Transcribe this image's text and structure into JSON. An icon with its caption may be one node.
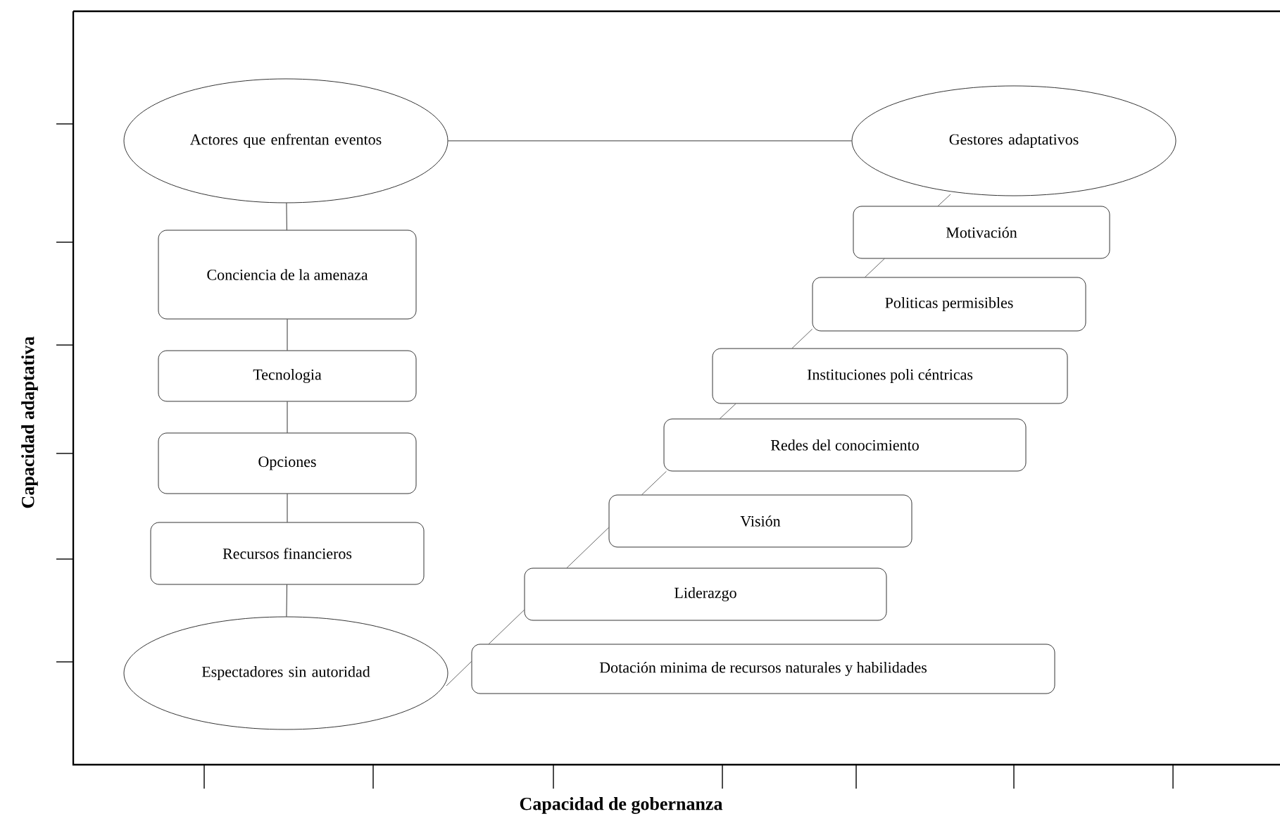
{
  "diagram": {
    "nodes": [
      {
        "text": [
          "Actores que enfrentan eventos"
        ]
      },
      {
        "text": [
          "Gestores adaptativos"
        ]
      },
      {
        "text": [
          "Conciencia de la amenaza"
        ]
      },
      {
        "text": [
          "Tecnologia"
        ]
      },
      {
        "text": [
          "Opciones"
        ]
      },
      {
        "text": [
          "Recursos financieros"
        ]
      },
      {
        "text": [
          "Espectadores sin autoridad"
        ]
      },
      {
        "text": [
          "Motivación"
        ]
      },
      {
        "text": [
          "Politicas permisibles"
        ]
      },
      {
        "text": [
          "Instituciones poli céntricas"
        ]
      },
      {
        "text": [
          "Redes del conocimiento"
        ]
      },
      {
        "text": [
          "Visión"
        ]
      },
      {
        "text": [
          "Liderazgo"
        ]
      },
      {
        "text": [
          "Dotación minima de recursos naturales y habilidades"
        ]
      }
    ],
    "edges": [
      {
        "from": 0,
        "to": 1,
        "arrow": "none"
      },
      {
        "from": 0,
        "to": 2,
        "arrow": "none"
      },
      {
        "from": 2,
        "to": 3,
        "arrow": "none"
      },
      {
        "from": 3,
        "to": 4,
        "arrow": "none"
      },
      {
        "from": 4,
        "to": 5,
        "arrow": "none"
      },
      {
        "from": 5,
        "to": 6,
        "arrow": "none"
      },
      {
        "from": 6,
        "to": 13,
        "arrow": "none"
      },
      {
        "from": 13,
        "to": 12,
        "arrow": "none"
      },
      {
        "from": 12,
        "to": 11,
        "arrow": "none"
      },
      {
        "from": 11,
        "to": 10,
        "arrow": "none"
      },
      {
        "from": 10,
        "to": 9,
        "arrow": "none"
      },
      {
        "from": 9,
        "to": 8,
        "arrow": "none"
      },
      {
        "from": 8,
        "to": 7,
        "arrow": "none"
      },
      {
        "from": 7,
        "to": 1,
        "arrow": "none"
      }
    ],
    "labels": [
      "Capacidad adaptativa",
      "Capacidad de gobernanza"
    ]
  }
}
